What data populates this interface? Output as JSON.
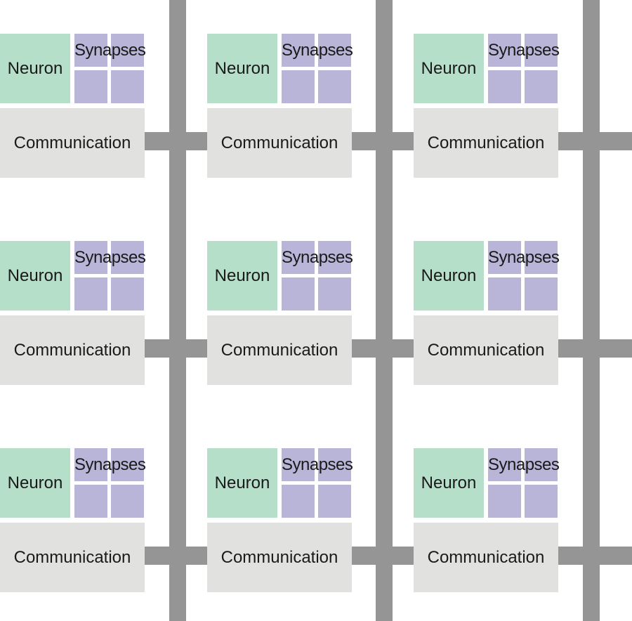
{
  "colors": {
    "neuron": "#b6dfc9",
    "synapses": "#b9b5d8",
    "communication": "#e1e1df",
    "bus": "#959595"
  },
  "tiles": [
    {
      "neuron": "Neuron",
      "synapses": "Synapses",
      "communication": "Communication"
    },
    {
      "neuron": "Neuron",
      "synapses": "Synapses",
      "communication": "Communication"
    },
    {
      "neuron": "Neuron",
      "synapses": "Synapses",
      "communication": "Communication"
    },
    {
      "neuron": "Neuron",
      "synapses": "Synapses",
      "communication": "Communication"
    },
    {
      "neuron": "Neuron",
      "synapses": "Synapses",
      "communication": "Communication"
    },
    {
      "neuron": "Neuron",
      "synapses": "Synapses",
      "communication": "Communication"
    },
    {
      "neuron": "Neuron",
      "synapses": "Synapses",
      "communication": "Communication"
    },
    {
      "neuron": "Neuron",
      "synapses": "Synapses",
      "communication": "Communication"
    },
    {
      "neuron": "Neuron",
      "synapses": "Synapses",
      "communication": "Communication"
    }
  ]
}
